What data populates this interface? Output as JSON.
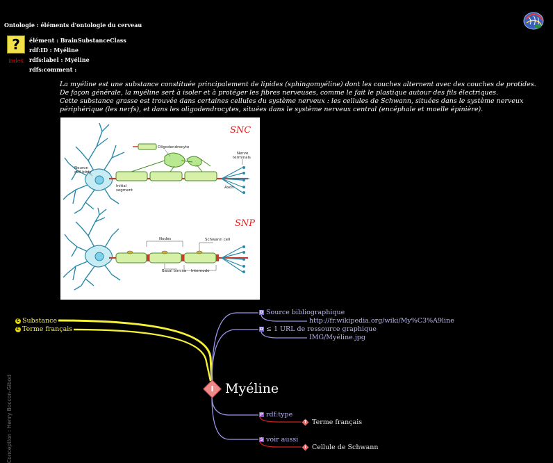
{
  "header": {
    "title": "Ontologie : éléments d'ontologie du cerveau"
  },
  "index": {
    "icon_glyph": "?",
    "label": "index"
  },
  "meta": {
    "element": "élément : BrainSubstanceClass",
    "rdf_id": "rdf:ID : Myéline",
    "rdfs_label": "rdfs:label : Myéline",
    "rdfs_comment": "rdfs:comment :"
  },
  "comment": {
    "lines": [
      "La myéline est une substance constituée principalement de lipides (sphingomyéline) dont les couches alternent avec des couches de protides.",
      "De façon générale, la myéline sert à isoler et à protéger les fibres nerveuses, comme le fait le plastique autour des fils électriques.",
      "Cette substance grasse est trouvée dans certaines cellules du système nerveux : les cellules de Schwann, situées dans le système nerveux périphérique (les nerfs), et dans les oligodendrocytes, situées dans le système nerveux central (encéphale et moelle épinière)."
    ]
  },
  "figure": {
    "snc_title": "SNC",
    "snp_title": "SNP",
    "snc_labels": {
      "oligodendrocyte": "Oligodendrocyte",
      "neuron_cell_body_1": "Neuron",
      "neuron_cell_body_2": "cell body",
      "initial_segment_1": "Initial",
      "initial_segment_2": "segment",
      "axon": "Axon",
      "nerve_terminals_1": "Nerve",
      "nerve_terminals_2": "terminals"
    },
    "snp_labels": {
      "nodes": "Nodes",
      "schwann_cell": "Schwann cell",
      "basal_lamina": "Basal lamina",
      "internode": "Internode"
    },
    "colors": {
      "cell": "#c8ecf4",
      "cell_outline": "#2a8aa8",
      "myelin": "#d6f0a8",
      "myelin_outline": "#4a8a2a",
      "axon": "#c04030"
    }
  },
  "mindmap": {
    "left_items": [
      {
        "badge": "C",
        "label": "Substance"
      },
      {
        "badge": "C",
        "label": "Terme français"
      }
    ],
    "center": {
      "badge": "I",
      "label": "Myéline"
    },
    "top_branches": [
      {
        "badge": "D",
        "label": "Source bibliographique",
        "value": "http://fr.wikipedia.org/wiki/My%C3%A9line"
      },
      {
        "badge": "D",
        "label": "≤ 1 URL de ressource graphique",
        "value": "IMG/Myéline.jpg"
      }
    ],
    "bottom_branches": [
      {
        "badge": "P",
        "label": "rdf:type",
        "target_badge": "T",
        "target": "Terme français"
      },
      {
        "badge": "S",
        "label": "voir aussi",
        "target_badge": "I",
        "target": "Cellule de Schwann"
      }
    ],
    "colors": {
      "left_link": "#f4ef3a",
      "right_link": "#9a96e8",
      "target_link": "#d02020",
      "center_node": "#f08a8a"
    }
  },
  "credit": "Conception : Henry Boccon-Gibod"
}
